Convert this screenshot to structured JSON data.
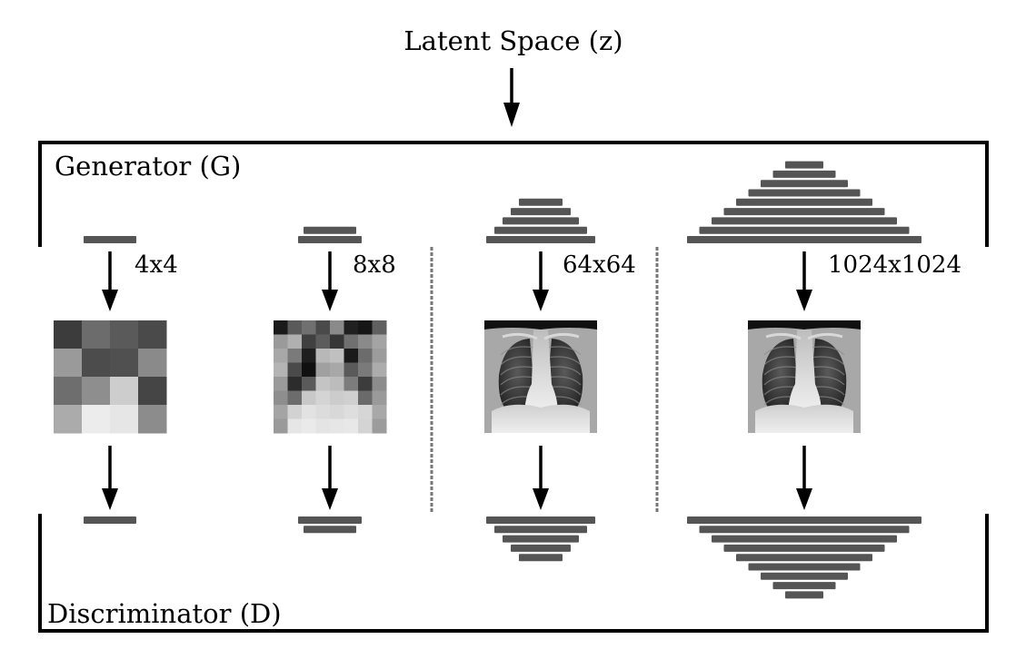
{
  "latent_label": "Latent Space (z)",
  "generator_label": "Generator (G)",
  "discriminator_label": "Discriminator (D)",
  "bar_color": "#555555",
  "stages": [
    {
      "resolution_label": "4x4",
      "generator_bar_count": 1,
      "discriminator_bar_count": 1,
      "image": {
        "kind": "pixel-grid",
        "grid": [
          [
            "#3c3c3c",
            "#6c6c6c",
            "#5a5a5a",
            "#4a4a4a"
          ],
          [
            "#9a9a9a",
            "#4c4c4c",
            "#505050",
            "#8a8a8a"
          ],
          [
            "#6e6e6e",
            "#8e8e8e",
            "#cdcdcd",
            "#454545"
          ],
          [
            "#ababab",
            "#ececec",
            "#e6e6e6",
            "#8c8c8c"
          ]
        ]
      }
    },
    {
      "resolution_label": "8x8",
      "generator_bar_count": 2,
      "discriminator_bar_count": 2,
      "image": {
        "kind": "pixel-grid",
        "grid": [
          [
            "#1a1a1a",
            "#5a5a5a",
            "#707070",
            "#4a4a4a",
            "#8a8a8a",
            "#202020",
            "#161616",
            "#606060"
          ],
          [
            "#9a9a9a",
            "#b0b0b0",
            "#404040",
            "#5c5c5c",
            "#363636",
            "#707070",
            "#8a8a8a",
            "#a4a4a4"
          ],
          [
            "#a8a8a8",
            "#7a7a7a",
            "#1e1e1e",
            "#b8b8b8",
            "#c0c0c0",
            "#1a1a1a",
            "#6c6c6c",
            "#9c9c9c"
          ],
          [
            "#b4b4b4",
            "#4a4a4a",
            "#101010",
            "#a0a0a0",
            "#a8a8a8",
            "#5a5a5a",
            "#7a7a7a",
            "#acacac"
          ],
          [
            "#9a9a9a",
            "#2c2c2c",
            "#5a5a5a",
            "#c4c4c4",
            "#bcbcbc",
            "#7c7c7c",
            "#3c3c3c",
            "#8c8c8c"
          ],
          [
            "#8e8e8e",
            "#6c6c6c",
            "#c8c8c8",
            "#d4d4d4",
            "#cccccc",
            "#d0d0d0",
            "#6a6a6a",
            "#9a9a9a"
          ],
          [
            "#a4a4a4",
            "#d2d2d2",
            "#e2e2e2",
            "#dcdcdc",
            "#d8d8d8",
            "#dedede",
            "#d6d6d6",
            "#a8a8a8"
          ],
          [
            "#9a9a9a",
            "#e6e6e6",
            "#eaeaea",
            "#e4e4e4",
            "#e6e6e6",
            "#e8e8e8",
            "#d4d4d4",
            "#9c9c9c"
          ]
        ]
      }
    },
    {
      "resolution_label": "64x64",
      "generator_bar_count": 5,
      "discriminator_bar_count": 5,
      "image": {
        "kind": "chest-xray"
      }
    },
    {
      "resolution_label": "1024x1024",
      "generator_bar_count": 9,
      "discriminator_bar_count": 9,
      "image": {
        "kind": "chest-xray"
      }
    }
  ]
}
